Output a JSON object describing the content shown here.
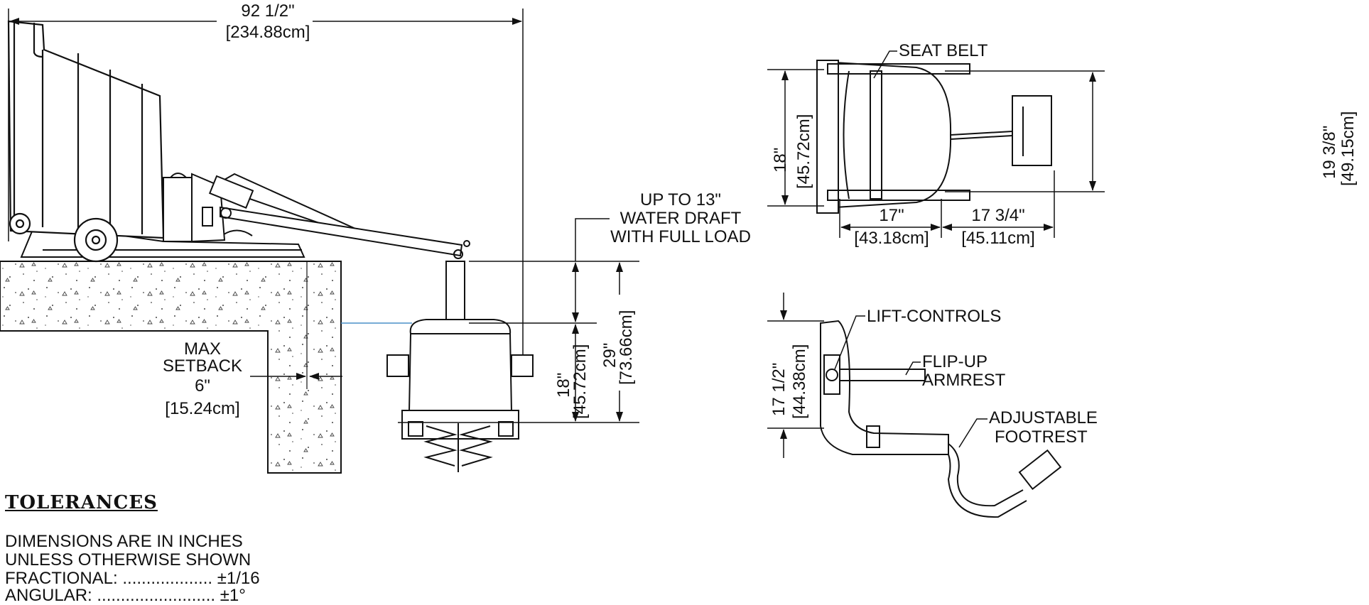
{
  "dimensions": {
    "overall_length": {
      "in": "92 1/2\"",
      "cm": "234.88cm"
    },
    "max_setback_label": "MAX",
    "max_setback_label2": "SETBACK",
    "max_setback": {
      "in": "6\"",
      "cm": "15.24cm"
    },
    "seat_height": {
      "in": "18\"",
      "cm": "45.72cm"
    },
    "total_depth": {
      "in": "29\"",
      "cm": "73.66cm"
    },
    "top_seat_width": {
      "in": "18\"",
      "cm": "45.72cm"
    },
    "top_seat_depth": {
      "in": "17\"",
      "cm": "43.18cm"
    },
    "top_footrest_reach": {
      "in": "17 3/4\"",
      "cm": "45.11cm"
    },
    "top_overall_width": {
      "in": "19 3/8\"",
      "cm": "49.15cm"
    },
    "side_height": {
      "in": "17 1/2\"",
      "cm": "44.38cm"
    }
  },
  "callouts": {
    "water_draft": [
      "UP TO 13\"",
      "WATER DRAFT",
      "WITH FULL LOAD"
    ],
    "seat_belt": "SEAT BELT",
    "lift_controls": "LIFT-CONTROLS",
    "flip_up_armrest": [
      "FLIP-UP",
      "ARMREST"
    ],
    "adjustable_footrest": [
      "ADJUSTABLE",
      "FOOTREST"
    ]
  },
  "tolerances": {
    "heading": "TOLERANCES",
    "lines": [
      "DIMENSIONS ARE IN INCHES",
      "UNLESS OTHERWISE SHOWN",
      "FRACTIONAL: ...................  ±1/16",
      "ANGULAR: .........................  ±1°"
    ]
  }
}
